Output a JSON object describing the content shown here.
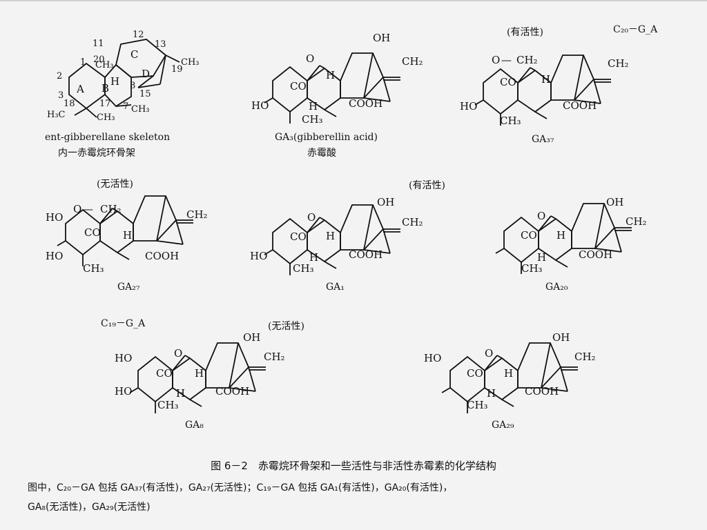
{
  "labels": {
    "c20_ga": "C₂₀－G_A",
    "c19_ga": "C₁₉－G_A",
    "active": "(有活性)",
    "inactive": "(无活性)"
  },
  "skeleton": {
    "name_en": "ent-gibberellane skeleton",
    "name_zh": "内一赤霉烷环骨架",
    "rings": [
      "A",
      "B",
      "C",
      "D"
    ],
    "atom_numbers": [
      "1",
      "2",
      "3",
      "7",
      "8",
      "11",
      "12",
      "13",
      "15",
      "17",
      "18",
      "19",
      "20"
    ]
  },
  "compounds": [
    {
      "id": "GA3",
      "name": "GA₃(gibberellin acid)",
      "name_zh": "赤霉酸",
      "activity": ""
    },
    {
      "id": "GA37",
      "name": "GA₃₇",
      "activity": "(有活性)"
    },
    {
      "id": "GA27",
      "name": "GA₂₇",
      "activity": "(无活性)"
    },
    {
      "id": "GA1",
      "name": "GA₁",
      "activity": "(有活性)"
    },
    {
      "id": "GA20",
      "name": "GA₂₀",
      "activity": ""
    },
    {
      "id": "GA8",
      "name": "GA₈",
      "activity": "(无活性)"
    },
    {
      "id": "GA29",
      "name": "GA₂₉",
      "activity": ""
    }
  ],
  "groups": {
    "oh": "OH",
    "ho": "HO",
    "cooh": "COOH",
    "ch2": "CH₂",
    "ch3": "CH₃",
    "co": "CO",
    "o": "O",
    "h": "H",
    "h3c": "H₃C"
  },
  "caption": {
    "title": "图 6－2　赤霉烷环骨架和一些活性与非活性赤霉素的化学结构",
    "line1": "图中，C₂₀－GA 包括 GA₃₇(有活性)，GA₂₇(无活性)；C₁₉－GA 包括 GA₁(有活性)，GA₂₀(有活性)，",
    "line2": "GA₈(无活性)，GA₂₉(无活性)"
  }
}
